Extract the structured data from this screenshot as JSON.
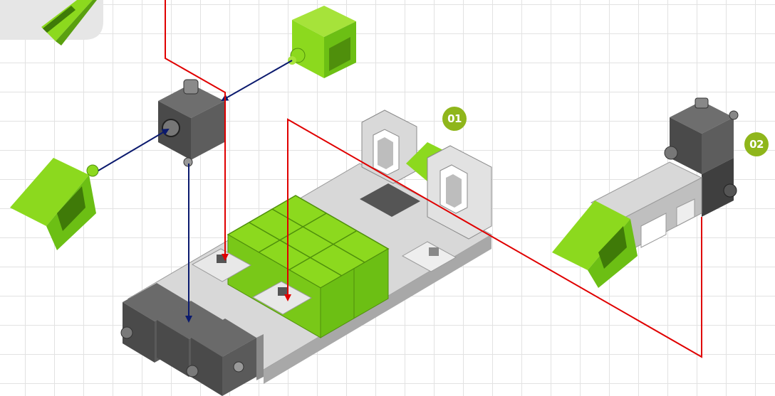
{
  "steps": [
    {
      "number": "01",
      "color": "#8fb61b"
    },
    {
      "number": "02",
      "color": "#8fb61b"
    }
  ],
  "colors": {
    "background": "#ffffff",
    "grid": "#e2e2e2",
    "lime": "#8cd91e",
    "lime_dark": "#5aa010",
    "gray_light": "#d6d6d6",
    "gray_dark": "#4d4d4d",
    "arrow_blue": "#0b1a6e",
    "arrow_red": "#e00000"
  },
  "parts": [
    {
      "name": "lime-cube-connector",
      "color": "lime"
    },
    {
      "name": "dark-cube-connector",
      "color": "dark-gray"
    },
    {
      "name": "lime-angled-wedge",
      "color": "lime"
    }
  ]
}
